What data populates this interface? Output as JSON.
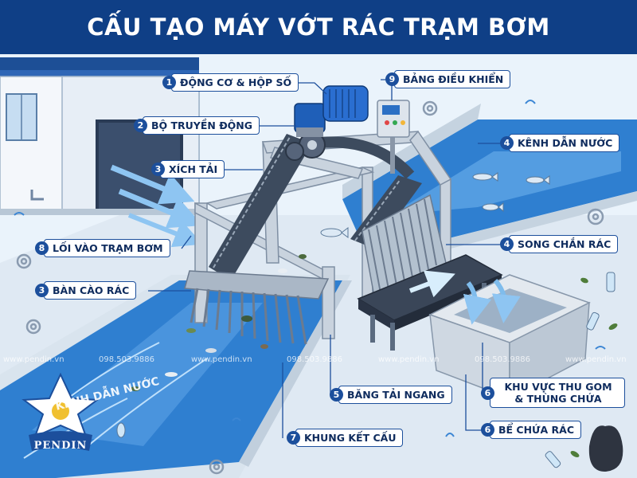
{
  "title": "CẤU TẠO MÁY VỚT RÁC TRẠM BƠM",
  "callouts": [
    {
      "num": "1",
      "label": "ĐỘNG CƠ & HỘP SỐ"
    },
    {
      "num": "2",
      "label": "BỘ TRUYỀN ĐỘNG"
    },
    {
      "num": "3",
      "label": "XÍCH TẢI"
    },
    {
      "num": "8",
      "label": "LỐI VÀO TRẠM BƠM"
    },
    {
      "num": "3",
      "label": "BÀN CÀO RÁC"
    },
    {
      "num": "9",
      "label": "BẢNG ĐIỀU KHIỂN"
    },
    {
      "num": "4",
      "label": "KÊNH DẪN NƯỚC"
    },
    {
      "num": "4",
      "label": "SONG CHẮN RÁC"
    },
    {
      "num": "5",
      "label": "BĂNG TẢI NGANG"
    },
    {
      "num": "6",
      "label": "KHU VỰC THU GOM & THÙNG CHỨA"
    },
    {
      "num": "6",
      "label": "BỂ CHỨA RÁC"
    },
    {
      "num": "7",
      "label": "KHUNG KẾT CẤU"
    }
  ],
  "watermark": {
    "site": "www.pendin.vn",
    "phone": "098.503.9886"
  },
  "logo": {
    "word": "PENDIN",
    "channel_text": "KÊNH DẪN NƯỚC"
  },
  "colors": {
    "banner": "#0f3f86",
    "badge": "#1c4f9c",
    "water": "#2f7fd0",
    "frame": "#c9d3de"
  }
}
